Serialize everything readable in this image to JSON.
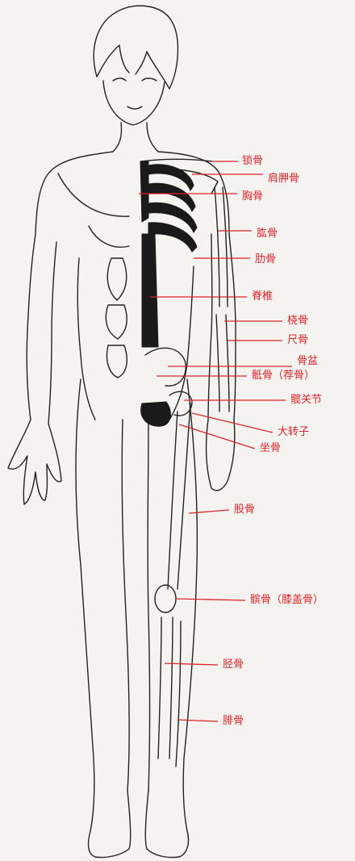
{
  "colors": {
    "label": "#d8262c",
    "leader": "#d8262c",
    "outline": "#222222",
    "bone_fill": "#1a1a1a",
    "paper": "#f4f3ef"
  },
  "labels": [
    {
      "id": "clavicle",
      "text": "锁骨"
    },
    {
      "id": "scapula",
      "text": "肩胛骨"
    },
    {
      "id": "sternum",
      "text": "胸骨"
    },
    {
      "id": "humerus",
      "text": "肱骨"
    },
    {
      "id": "ribs",
      "text": "肋骨"
    },
    {
      "id": "spine",
      "text": "脊椎"
    },
    {
      "id": "radius",
      "text": "桡骨"
    },
    {
      "id": "ulna",
      "text": "尺骨"
    },
    {
      "id": "pelvis",
      "text": "骨盆"
    },
    {
      "id": "sacrum",
      "text": "骶骨（荐骨）"
    },
    {
      "id": "ilium",
      "text": "髋关节"
    },
    {
      "id": "trochanter",
      "text": "大转子"
    },
    {
      "id": "ischium",
      "text": "坐骨"
    },
    {
      "id": "femur",
      "text": "股骨"
    },
    {
      "id": "patella",
      "text": "髌骨（膝盖骨）"
    },
    {
      "id": "tibia",
      "text": "胫骨"
    },
    {
      "id": "fibula",
      "text": "腓骨"
    }
  ]
}
